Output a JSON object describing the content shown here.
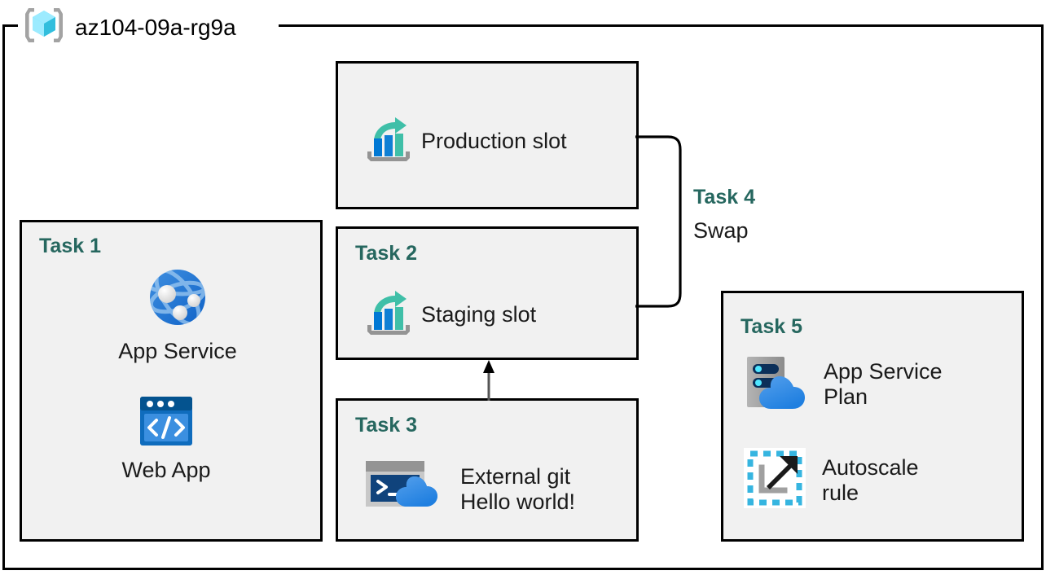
{
  "resource_group": {
    "name": "az104-09a-rg9a",
    "icon": "resource-group-cube-icon"
  },
  "boxes": [
    {
      "id": "production-slot",
      "task_label": "",
      "items": [
        {
          "icon": "deployment-slot-icon",
          "label": "Production slot"
        }
      ]
    },
    {
      "id": "task-1",
      "task_label": "Task 1",
      "items": [
        {
          "icon": "app-service-globe-icon",
          "label": "App Service"
        },
        {
          "icon": "web-app-browser-icon",
          "label": "Web App"
        }
      ]
    },
    {
      "id": "task-2",
      "task_label": "Task 2",
      "items": [
        {
          "icon": "deployment-slot-icon",
          "label": "Staging slot"
        }
      ]
    },
    {
      "id": "task-3",
      "task_label": "Task 3",
      "items": [
        {
          "icon": "cloud-shell-icon",
          "label": "External git\nHello world!"
        }
      ]
    },
    {
      "id": "task-5",
      "task_label": "Task 5",
      "items": [
        {
          "icon": "app-service-plan-icon",
          "label": "App Service\nPlan"
        },
        {
          "icon": "autoscale-rule-icon",
          "label": "Autoscale\nrule"
        }
      ]
    }
  ],
  "connectors": {
    "swap": {
      "task_label": "Task 4",
      "label": "Swap",
      "shape": "bracket-joining-production-and-staging"
    },
    "deploy_arrow": {
      "from": "task-3",
      "to": "task-2",
      "direction": "up"
    }
  },
  "colors": {
    "task_teal": "#26675f",
    "box_fill": "#f1f1f1",
    "stroke": "#000000",
    "azure_blue": "#0078d4",
    "slot_teal": "#3fbfa8",
    "cube_cyan": "#50e6ff",
    "bracket_gray": "#a0a0a0"
  }
}
